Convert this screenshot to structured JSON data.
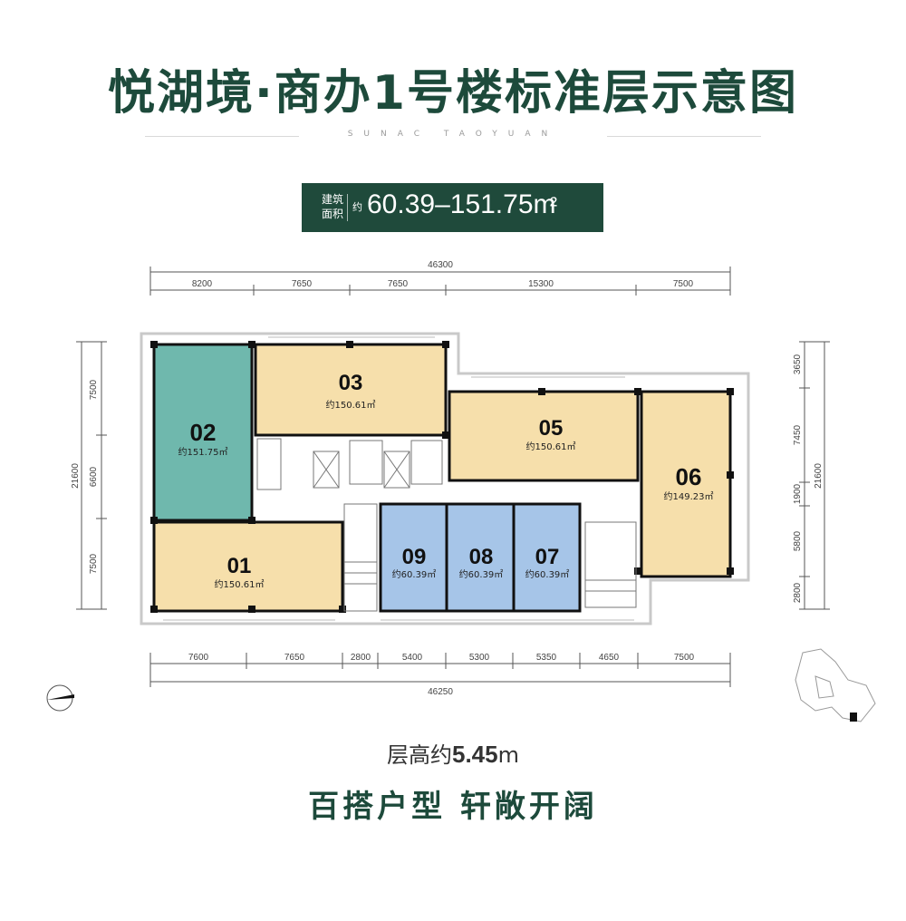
{
  "title": "悦湖境·商办1号楼标准层示意图",
  "subtitle": "SUNAC  TAOYUAN",
  "area_badge": {
    "label_line1": "建筑",
    "label_line2": "面积",
    "approx": "约",
    "value": "60.39–151.75m",
    "unit_sup": "²"
  },
  "dimensions": {
    "top_total": "46300",
    "top_segments": [
      "8200",
      "7650",
      "7650",
      "15300",
      "7500"
    ],
    "bottom_total": "46250",
    "bottom_segments": [
      "7600",
      "7650",
      "2800",
      "5400",
      "5300",
      "5350",
      "4650",
      "7500"
    ],
    "left_total": "21600",
    "left_segments": [
      "7500",
      "6600",
      "7500"
    ],
    "right_total": "21600",
    "right_segments": [
      "3650",
      "7450",
      "1900",
      "5800",
      "2800"
    ]
  },
  "units": [
    {
      "id": "01",
      "area": "约150.61㎡"
    },
    {
      "id": "02",
      "area": "约151.75㎡"
    },
    {
      "id": "03",
      "area": "约150.61㎡"
    },
    {
      "id": "05",
      "area": "约150.61㎡"
    },
    {
      "id": "06",
      "area": "约149.23㎡"
    },
    {
      "id": "07",
      "area": "约60.39㎡"
    },
    {
      "id": "08",
      "area": "约60.39㎡"
    },
    {
      "id": "09",
      "area": "约60.39㎡"
    }
  ],
  "floor_height": {
    "prefix": "层高约",
    "value": "5.45",
    "unit": "m"
  },
  "slogan": "百搭户型  轩敞开阔",
  "colors": {
    "brand_green": "#1f4a3b",
    "unit_beige": "#f6dfab",
    "unit_teal": "#6fb8ad",
    "unit_blue": "#a6c5e8"
  }
}
